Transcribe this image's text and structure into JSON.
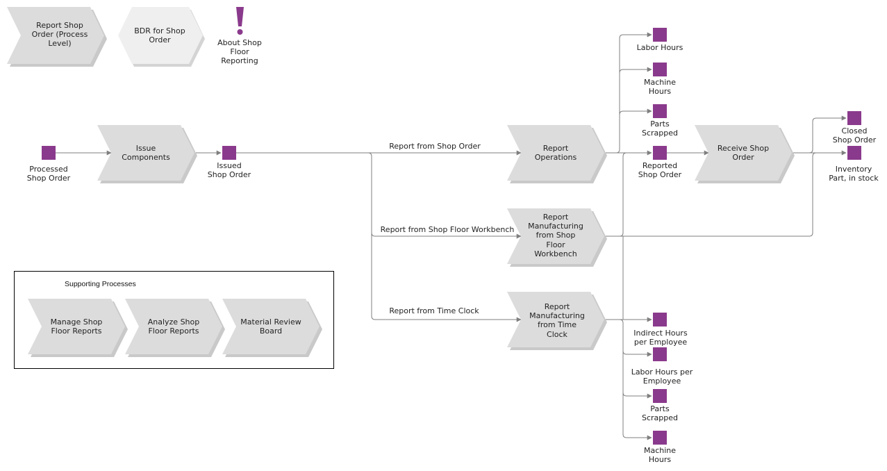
{
  "header": {
    "report_shop_order": [
      "Report Shop",
      "Order (Process",
      "Level)"
    ],
    "bdr_shop_order": [
      "BDR for Shop",
      "Order"
    ],
    "about_icon": "exclamation-icon",
    "about_label": [
      "About Shop",
      "Floor",
      "Reporting"
    ]
  },
  "functions": {
    "issue_components": [
      "Issue",
      "Components"
    ],
    "report_operations": [
      "Report",
      "Operations"
    ],
    "report_mfg_workbench": [
      "Report",
      "Manufacturing",
      "from Shop",
      "Floor",
      "Workbench"
    ],
    "report_mfg_timeclock": [
      "Report",
      "Manufacturing",
      "from Time",
      "Clock"
    ],
    "receive_shop_order": [
      "Receive Shop",
      "Order"
    ]
  },
  "events": {
    "processed_shop_order": [
      "Processed",
      "Shop Order"
    ],
    "issued_shop_order": [
      "Issued",
      "Shop Order"
    ],
    "labor_hours": [
      "Labor Hours"
    ],
    "machine_hours_top": [
      "Machine",
      "Hours"
    ],
    "parts_scrapped_top": [
      "Parts",
      "Scrapped"
    ],
    "reported_shop_order": [
      "Reported",
      "Shop Order"
    ],
    "closed_shop_order": [
      "Closed",
      "Shop Order"
    ],
    "inventory_part": [
      "Inventory",
      "Part, in stock"
    ],
    "indirect_hours": [
      "Indirect Hours",
      "per Employee"
    ],
    "labor_hours_per_employee": [
      "Labor Hours per",
      "Employee"
    ],
    "parts_scrapped_bottom": [
      "Parts",
      "Scrapped"
    ],
    "machine_hours_bottom": [
      "Machine",
      "Hours"
    ]
  },
  "edges": {
    "from_shop_order": "Report from Shop Order",
    "from_workbench": "Report from Shop Floor Workbench",
    "from_time_clock": "Report from Time Clock"
  },
  "supporting": {
    "title": "Supporting Processes",
    "manage": [
      "Manage Shop",
      "Floor Reports"
    ],
    "analyze": [
      "Analyze Shop",
      "Floor Reports"
    ],
    "mrb": [
      "Material Review",
      "Board"
    ]
  },
  "colors": {
    "event": "#8a3a8c",
    "function": "#dcdcdc",
    "connector": "#7f7f7f"
  }
}
